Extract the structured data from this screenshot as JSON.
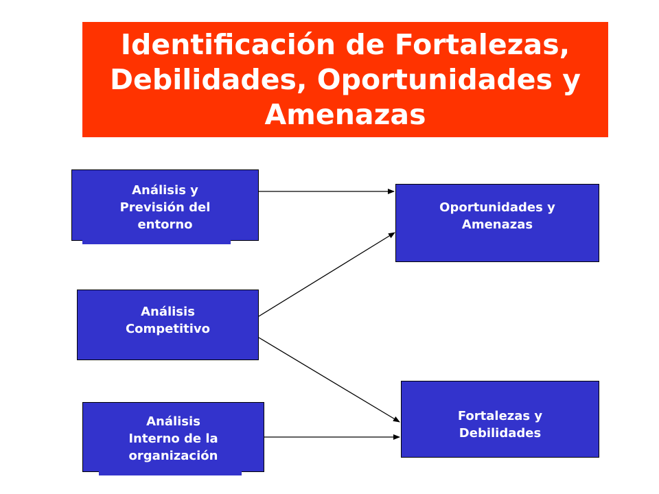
{
  "title": {
    "line1": "Identificación de Fortalezas,",
    "line2": "Debilidades, Oportunidades y",
    "line3": "Amenazas"
  },
  "colors": {
    "title_background": "#ff3300",
    "title_text": "#ffffff",
    "node_fill": "#3333cc",
    "node_text": "#ffffff",
    "arrow": "#000000"
  },
  "nodes": {
    "entorno": "Análisis y\nPrevisión del\nentorno",
    "competitivo": "Análisis\nCompetitivo",
    "interno": "Análisis\nInterno de la\norganización",
    "oportunidades": "Oportunidades y\nAmenazas",
    "fortalezas": "Fortalezas y\nDebilidades"
  },
  "connections": [
    {
      "from": "entorno",
      "to": "oportunidades"
    },
    {
      "from": "competitivo",
      "to": "oportunidades"
    },
    {
      "from": "competitivo",
      "to": "fortalezas"
    },
    {
      "from": "interno",
      "to": "fortalezas"
    }
  ]
}
